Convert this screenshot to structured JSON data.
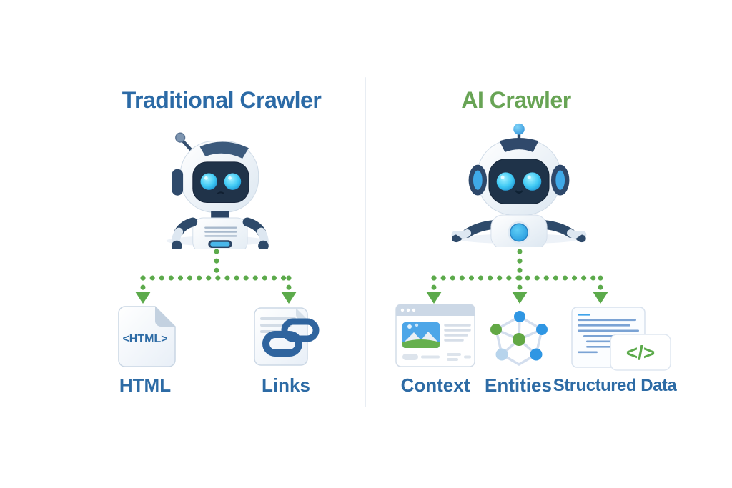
{
  "diagram": {
    "left": {
      "title": "Traditional Crawler",
      "robot": "traditional-crawler-robot",
      "outputs": [
        {
          "label": "HTML",
          "icon": "html-document-icon",
          "icon_text": "<HTML>"
        },
        {
          "label": "Links",
          "icon": "document-links-icon"
        }
      ]
    },
    "right": {
      "title": "AI Crawler",
      "robot": "ai-crawler-robot",
      "outputs": [
        {
          "label": "Context",
          "icon": "browser-preview-icon"
        },
        {
          "label": "Entities",
          "icon": "knowledge-graph-icon"
        },
        {
          "label": "Structured Data",
          "icon": "code-document-icon",
          "icon_text": "</>"
        }
      ]
    }
  },
  "colors": {
    "title_blue": "#2b6aa6",
    "title_green": "#68a455",
    "label_blue": "#2d6ba5",
    "arrow_green": "#5caa4b",
    "chain_blue": "#2f649e",
    "divider": "#e8edf3",
    "robot_navy": "#2e4a6a",
    "eye_cyan": "#3ec9f4",
    "node_blue": "#2f96e3",
    "node_green": "#62a845",
    "node_lightblue": "#b7d4ec"
  }
}
